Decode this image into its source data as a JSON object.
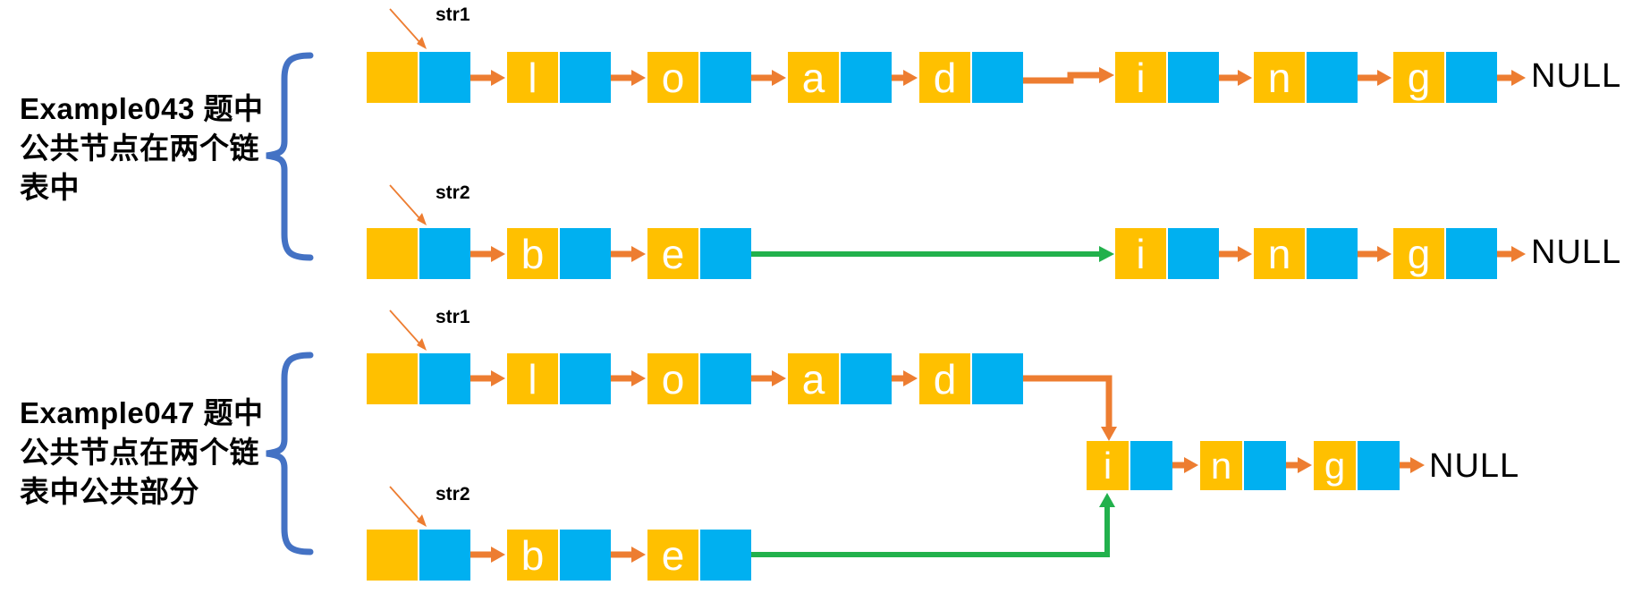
{
  "colors": {
    "data_cell": "#FFC000",
    "pointer_cell": "#00B0F0",
    "arrow": "#ED7D31",
    "common_link": "#22B14C",
    "brace": "#4472C4",
    "letter": "#FFFFFF",
    "text": "#000000"
  },
  "sections": {
    "ex043": {
      "label_lines": [
        "Example043 题中",
        "公共节点在两个链",
        "表中"
      ],
      "lists": {
        "str1": {
          "pointer_label": "str1",
          "cells": [
            "",
            "l",
            "o",
            "a",
            "d",
            "i",
            "n",
            "g"
          ],
          "terminator": "NULL"
        },
        "str2": {
          "pointer_label": "str2",
          "cells": [
            "",
            "b",
            "e",
            "i",
            "n",
            "g"
          ],
          "terminator": "NULL"
        }
      }
    },
    "ex047": {
      "label_lines": [
        "Example047 题中",
        "公共节点在两个链",
        "表中公共部分"
      ],
      "lists": {
        "str1": {
          "pointer_label": "str1",
          "cells": [
            "",
            "l",
            "o",
            "a",
            "d"
          ]
        },
        "str2": {
          "pointer_label": "str2",
          "cells": [
            "",
            "b",
            "e"
          ]
        },
        "common": {
          "cells": [
            "i",
            "n",
            "g"
          ],
          "terminator": "NULL"
        }
      }
    }
  }
}
